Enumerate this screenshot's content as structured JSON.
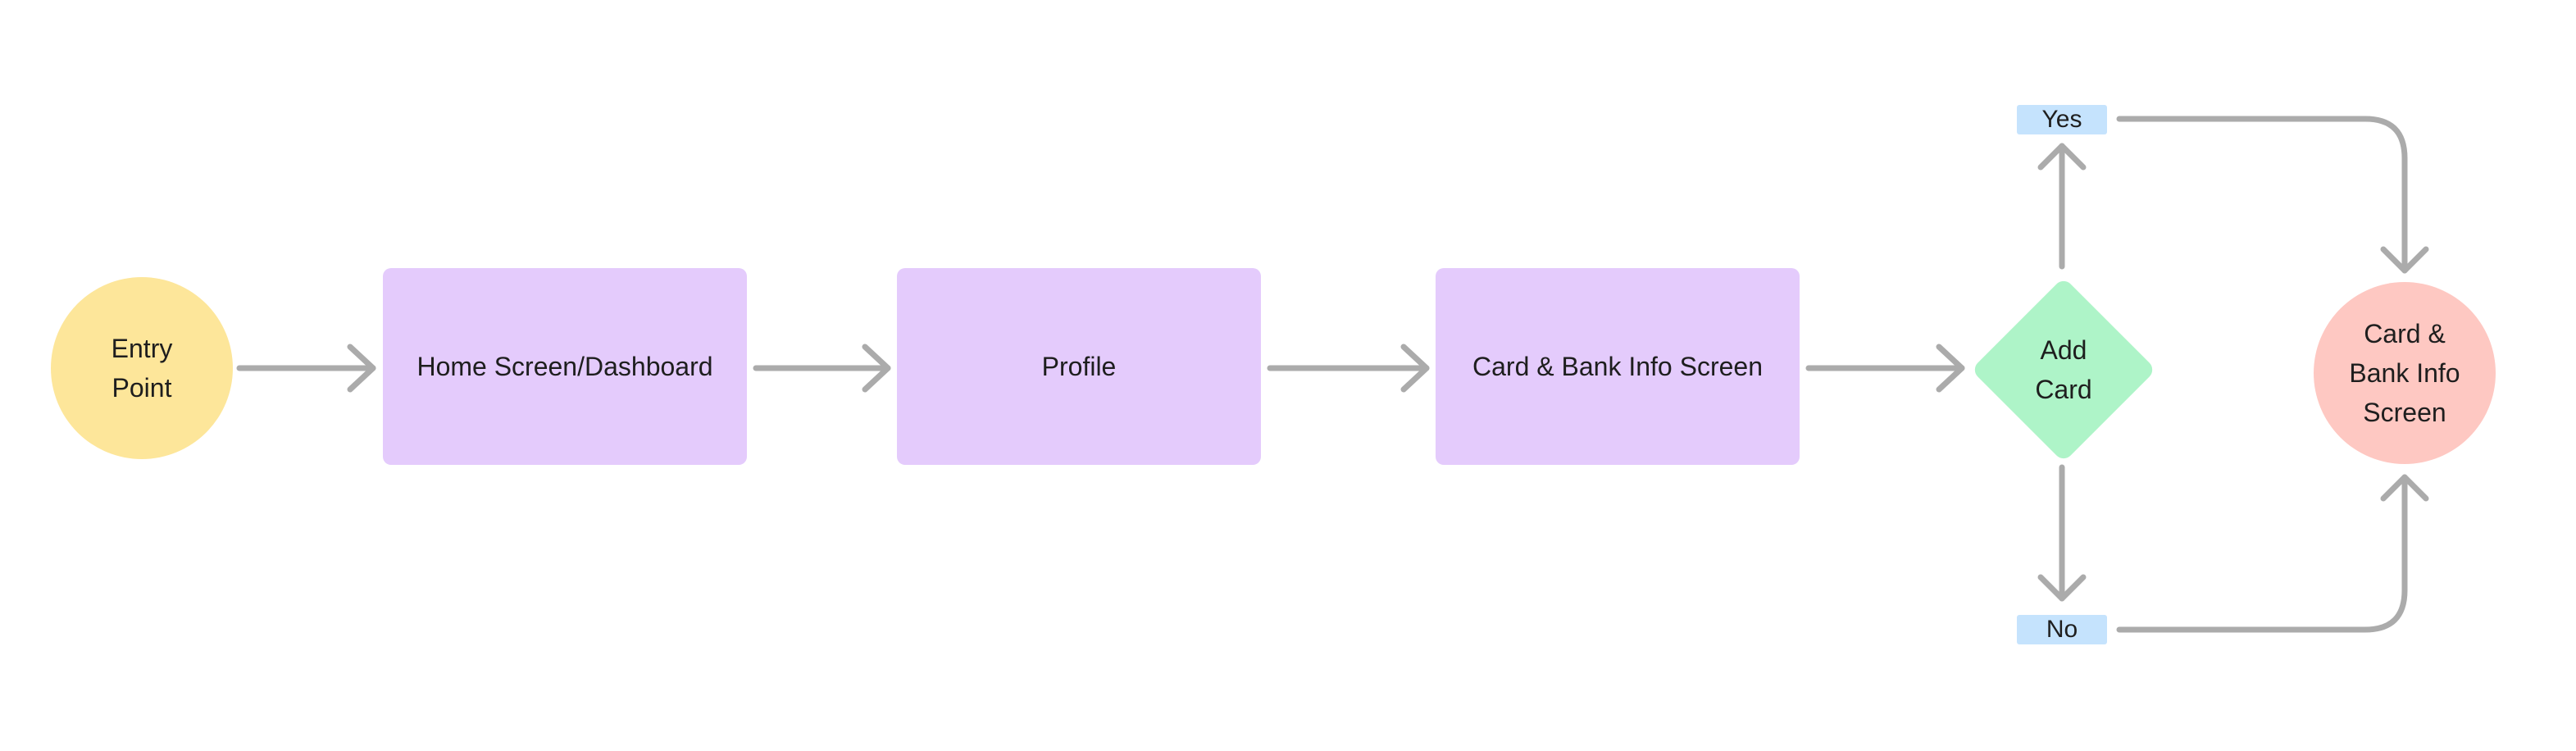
{
  "diagram": {
    "nodes": {
      "entry": {
        "label": "Entry\nPoint",
        "shape": "circle",
        "color": "#fde69a"
      },
      "home": {
        "label": "Home Screen/Dashboard",
        "shape": "rectangle",
        "color": "#e4cbfc"
      },
      "profile": {
        "label": "Profile",
        "shape": "rectangle",
        "color": "#e4cbfc"
      },
      "card_bank": {
        "label": "Card & Bank Info Screen",
        "shape": "rectangle",
        "color": "#e4cbfc"
      },
      "decision": {
        "label": "Add\nCard",
        "shape": "diamond",
        "color": "#aef4c8"
      },
      "end": {
        "label": "Card &\nBank Info\nScreen",
        "shape": "circle",
        "color": "#fec8c2"
      }
    },
    "branch_labels": {
      "yes": {
        "text": "Yes",
        "color": "#c5e3fd"
      },
      "no": {
        "text": "No",
        "color": "#c5e3fd"
      }
    },
    "edges": [
      {
        "from": "entry",
        "to": "home"
      },
      {
        "from": "home",
        "to": "profile"
      },
      {
        "from": "profile",
        "to": "card_bank"
      },
      {
        "from": "card_bank",
        "to": "decision"
      },
      {
        "from": "decision",
        "to": "yes"
      },
      {
        "from": "yes",
        "to": "end"
      },
      {
        "from": "decision",
        "to": "no"
      },
      {
        "from": "no",
        "to": "end"
      }
    ],
    "connector_color": "#ababab"
  }
}
